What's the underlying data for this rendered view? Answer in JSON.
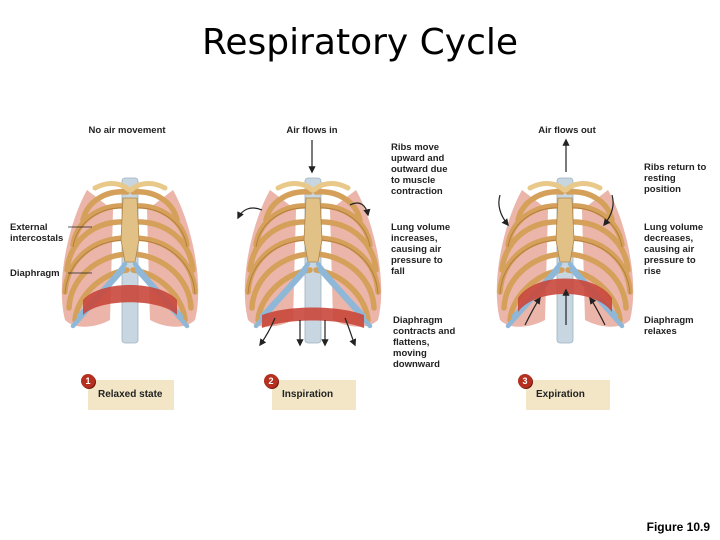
{
  "title": "Respiratory Cycle",
  "figure_label": "Figure 10.9",
  "panels": [
    {
      "number": "1",
      "state": "Relaxed state",
      "top_label": "No air movement",
      "side_labels": [
        "External intercostals",
        "Diaphragm"
      ]
    },
    {
      "number": "2",
      "state": "Inspiration",
      "top_label": "Air flows in",
      "annotations": {
        "ribs": "Ribs move upward and outward due to muscle contraction",
        "lung": "Lung volume increases, causing air pressure to fall",
        "diaphragm": "Diaphragm contracts and flattens, moving downward"
      }
    },
    {
      "number": "3",
      "state": "Expiration",
      "top_label": "Air flows out",
      "annotations": {
        "ribs": "Ribs return to resting position",
        "lung": "Lung volume decreases, causing air pressure to rise",
        "diaphragm": "Diaphragm relaxes"
      }
    }
  ],
  "colors": {
    "rib": "#d4a05a",
    "rib_dark": "#a87032",
    "lung": "#e8a89a",
    "muscle": "#c9473b",
    "cartilage": "#8fb8d8",
    "spine": "#c7d6e0",
    "box": "#f2e6c6",
    "badge": "#b5301f"
  }
}
